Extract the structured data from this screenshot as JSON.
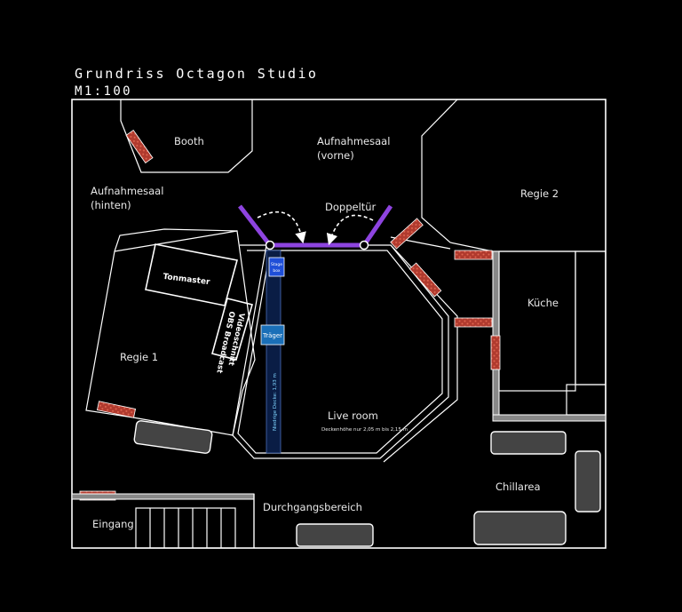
{
  "title": "Grundriss Octagon Studio",
  "scale": "M1:100",
  "rooms": {
    "booth": "Booth",
    "aufnahmesaal_vorne_1": "Aufnahmesaal",
    "aufnahmesaal_vorne_2": "(vorne)",
    "aufnahmesaal_hinten_1": "Aufnahmesaal",
    "aufnahmesaal_hinten_2": "(hinten)",
    "doppeltuer": "Doppeltür",
    "regie2": "Regie 2",
    "kueche": "Küche",
    "regie1": "Regie 1",
    "live_room": "Live room",
    "deckenhoehe": "Deckenhöhe nur 2,05 m bis 2,15 m",
    "chillarea": "Chillarea",
    "durchgangsbereich": "Durchgangsbereich",
    "eingang": "Eingang"
  },
  "equipment": {
    "tonmaster": "Tonmaster",
    "videoschnitt": "Videoschnitt",
    "obs_broadcast": "OBS Broadcast",
    "traeger": "Träger",
    "stagebox_1": "Stage",
    "stagebox_2": "box",
    "niedrige_decke": "Niedrige Decke: 1,93 m"
  },
  "colors": {
    "background": "#000000",
    "walls": "#ffffff",
    "door": "#8e44e0",
    "beam_band": "#0a1d45",
    "beam_box": "#1a6fb8",
    "stagebox": "#1f4fd8",
    "brick": "#c0392b",
    "furniture": "#444444"
  }
}
